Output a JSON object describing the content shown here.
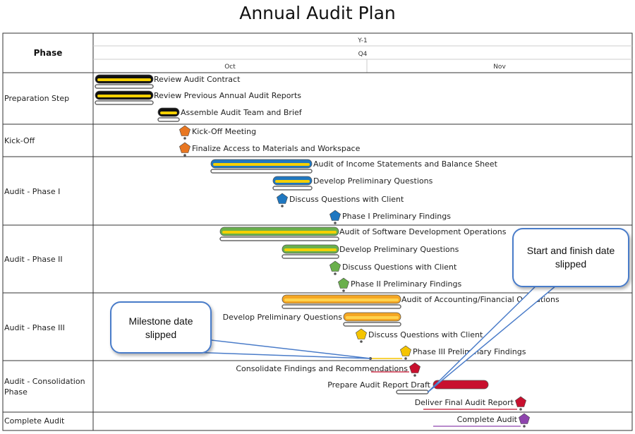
{
  "title": "Annual Audit Plan",
  "header": {
    "phase_label": "Phase",
    "year": "Y-1",
    "quarter": "Q4",
    "months": [
      "Oct",
      "Nov"
    ]
  },
  "phases": [
    "Preparation Step",
    "Kick-Off",
    "Audit -  Phase I",
    "Audit - Phase II",
    "Audit - Phase III",
    "Audit - Consolidation Phase",
    "Complete Audit"
  ],
  "tasks": [
    {
      "type": "bar",
      "name": "Review Audit Contract",
      "color": "#111111",
      "stripe": "#f5d000"
    },
    {
      "type": "bar",
      "name": "Review Previous Annual Audit Reports",
      "color": "#111111",
      "stripe": "#f5d000"
    },
    {
      "type": "bar",
      "name": "Assemble Audit Team and Brief",
      "color": "#111111",
      "stripe": "#f5d000"
    },
    {
      "type": "milestone",
      "name": "Kick-Off Meeting",
      "color": "#e87722"
    },
    {
      "type": "milestone",
      "name": "Finalize Access to Materials and Workspace",
      "color": "#e87722"
    },
    {
      "type": "bar",
      "name": "Audit of Income Statements and Balance Sheet",
      "color": "#1f77c0",
      "stripe": "#f5d000"
    },
    {
      "type": "bar",
      "name": "Develop Preliminary Questions",
      "color": "#1f77c0",
      "stripe": "#f5d000"
    },
    {
      "type": "milestone",
      "name": "Discuss Questions with Client",
      "color": "#1f77c0"
    },
    {
      "type": "milestone",
      "name": "Phase I Preliminary Findings",
      "color": "#1f77c0"
    },
    {
      "type": "bar",
      "name": "Audit of Software Development Operations",
      "color": "#6ab04c",
      "stripe": "#f5d000"
    },
    {
      "type": "bar",
      "name": "Develop Preliminary Questions",
      "color": "#6ab04c",
      "stripe": "#f5d000"
    },
    {
      "type": "milestone",
      "name": "Discuss Questions with Client",
      "color": "#6ab04c"
    },
    {
      "type": "milestone",
      "name": "Phase II Preliminary Findings",
      "color": "#6ab04c"
    },
    {
      "type": "bar",
      "name": "Audit of Accounting/Financial Operations",
      "color": "#f5a623",
      "stripe": "#ffd34d"
    },
    {
      "type": "bar",
      "name": "Develop Preliminary Questions",
      "color": "#f5a623",
      "stripe": "#ffd34d"
    },
    {
      "type": "milestone",
      "name": "Discuss Questions with Client",
      "color": "#f5c400"
    },
    {
      "type": "milestone",
      "name": "Phase III Preliminary Findings",
      "color": "#f5c400"
    },
    {
      "type": "milestone",
      "name": "Consolidate Findings and Recommendations",
      "color": "#c8102e"
    },
    {
      "type": "bar",
      "name": "Prepare Audit Report Draft",
      "color": "#c8102e",
      "stripe": "#c8102e"
    },
    {
      "type": "milestone",
      "name": "Deliver Final Audit Report",
      "color": "#c8102e"
    },
    {
      "type": "milestone",
      "name": "Complete Audit",
      "color": "#8e44ad"
    }
  ],
  "callouts": [
    {
      "text_lines": [
        "Milestone date",
        "slipped"
      ]
    },
    {
      "text_lines": [
        "Start and finish date",
        "slipped"
      ]
    }
  ]
}
